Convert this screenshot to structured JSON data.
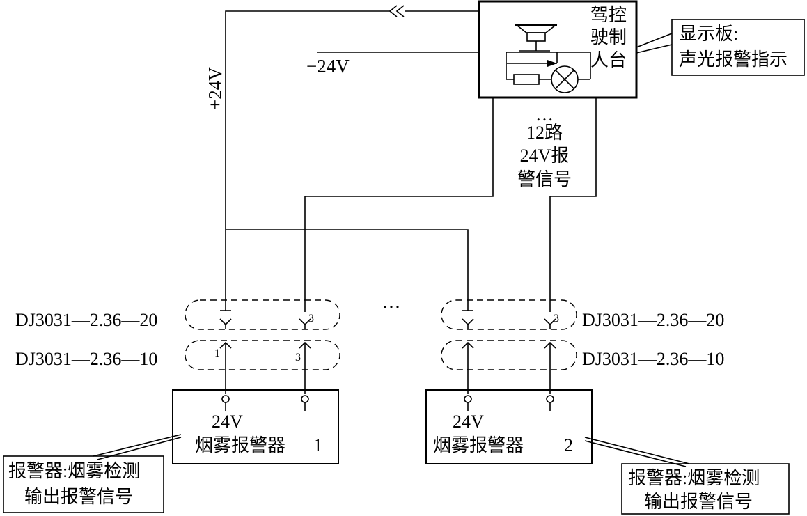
{
  "console": {
    "label_lines": [
      "驾控",
      "驶制",
      "人台"
    ]
  },
  "display_board": {
    "lines": [
      "显示板:",
      "声光报警指示"
    ]
  },
  "voltage": {
    "negative": "−24V",
    "positive": "+24V"
  },
  "signal_note": {
    "lines": [
      "…",
      "12路",
      "24V报",
      "警信号"
    ]
  },
  "connectors": {
    "top_model": "DJ3031—2.36—20",
    "bottom_model": "DJ3031—2.36—10",
    "ellipsis": "···",
    "pin_labels": [
      "1",
      "3"
    ]
  },
  "alarms": [
    {
      "voltage": "24V",
      "name": "烟雾报警器",
      "number": "1"
    },
    {
      "voltage": "24V",
      "name": "烟雾报警器",
      "number": "2"
    }
  ],
  "alarm_notes": [
    {
      "lines": [
        "报警器:烟雾检测",
        "输出报警信号"
      ]
    },
    {
      "lines": [
        "报警器:烟雾检测",
        "输出报警信号"
      ]
    }
  ]
}
